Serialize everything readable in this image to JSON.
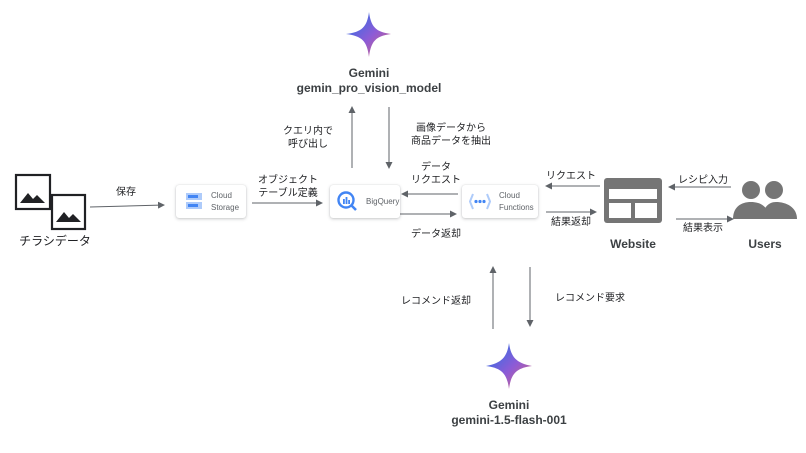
{
  "nodes": {
    "gemini_top": {
      "name": "Gemini",
      "model": "gemin_pro_vision_model"
    },
    "gemini_bottom": {
      "name": "Gemini",
      "model": "gemini-1.5-flash-001"
    },
    "flyer": {
      "label": "チラシデータ"
    },
    "storage": {
      "line1": "Cloud",
      "line2": "Storage"
    },
    "bigquery": {
      "label": "BigQuery"
    },
    "functions": {
      "line1": "Cloud",
      "line2": "Functions"
    },
    "website": {
      "label": "Website"
    },
    "users": {
      "label": "Users"
    }
  },
  "edges": {
    "save": "保存",
    "object_table_1": "オブジェクト",
    "object_table_2": "テーブル定義",
    "query_call_1": "クエリ内で",
    "query_call_2": "呼び出し",
    "extract_1": "画像データから",
    "extract_2": "商品データを抽出",
    "data_request_1": "データ",
    "data_request_2": "リクエスト",
    "data_return": "データ返却",
    "request": "リクエスト",
    "result_return": "結果返却",
    "recipe_input": "レシピ入力",
    "result_display": "結果表示",
    "recommend_return": "レコメンド返却",
    "recommend_request": "レコメンド要求"
  },
  "colors": {
    "arrow": "#5f6368",
    "gemini_gradient": [
      "#1a73e8",
      "#8e5bd6",
      "#d96570"
    ],
    "gcp_blue": "#4285f4",
    "gray_icon": "#757575"
  }
}
